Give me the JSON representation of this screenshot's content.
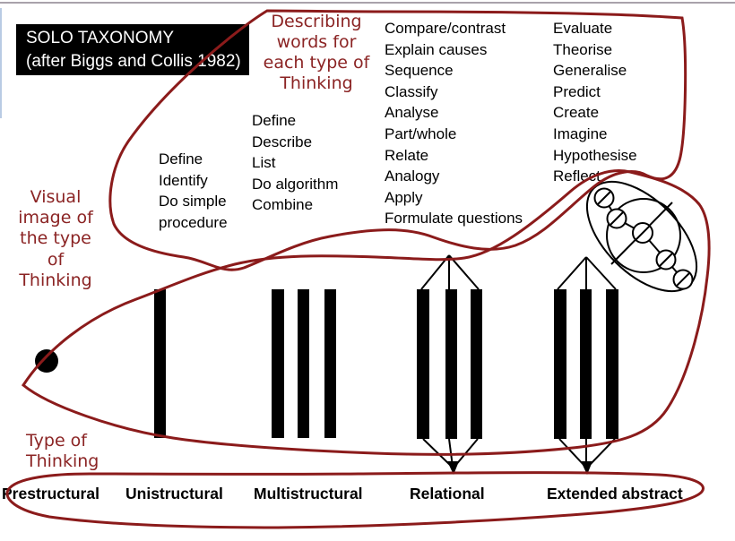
{
  "title_box": {
    "line1": "SOLO TAXONOMY",
    "line2": "(after Biggs and Collis 1982)"
  },
  "annotations": {
    "describing_words": [
      "Describing",
      "words for",
      "each type of",
      "Thinking"
    ],
    "visual_image": [
      "Visual",
      "image of",
      "the type",
      "of",
      "Thinking"
    ],
    "type_of_thinking": [
      "Type of",
      "Thinking"
    ]
  },
  "word_columns": [
    {
      "level": "Unistructural",
      "words": [
        "Define",
        "Identify",
        "Do simple",
        "procedure"
      ]
    },
    {
      "level": "Multistructural",
      "words": [
        "Define",
        "Describe",
        "List",
        "Do algorithm",
        "Combine"
      ]
    },
    {
      "level": "Relational",
      "words": [
        "Compare/contrast",
        "Explain causes",
        "Sequence",
        "Classify",
        "Analyse",
        "Part/whole",
        "Relate",
        "Analogy",
        "Apply",
        "Formulate questions"
      ]
    },
    {
      "level": "Extended abstract",
      "words": [
        "Evaluate",
        "Theorise",
        "Generalise",
        "Predict",
        "Create",
        "Imagine",
        "Hypothesise",
        "Reflect"
      ]
    }
  ],
  "levels": [
    {
      "label": "Prestructural"
    },
    {
      "label": "Unistructural"
    },
    {
      "label": "Multistructural"
    },
    {
      "label": "Relational"
    },
    {
      "label": "Extended abstract"
    }
  ],
  "colors": {
    "accent": "#8b1b1b",
    "handwriting": "#8b2424",
    "ink": "#000000",
    "title_bg": "#000000",
    "title_fg": "#ffffff",
    "background": "#ffffff"
  }
}
